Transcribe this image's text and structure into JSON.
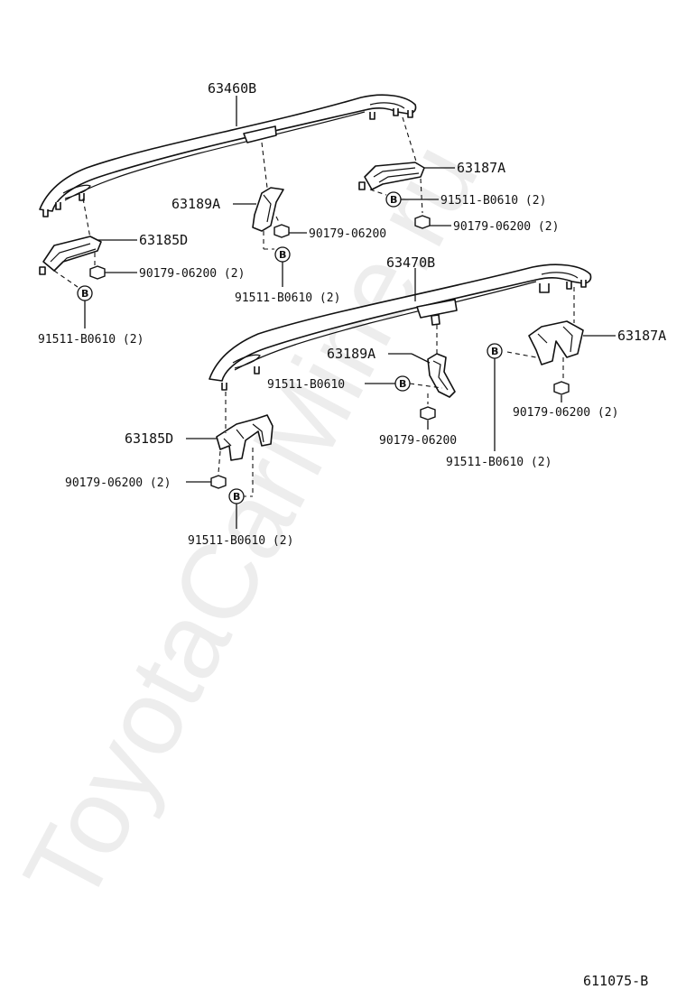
{
  "watermark": "ToyotaCarMine.ru",
  "diagram_code": "611075-B",
  "bolt_symbol": "B",
  "labels": {
    "rail_upper": "63460B",
    "rail_lower": "63470B",
    "u_63187A": "63187A",
    "u_63189A": "63189A",
    "u_63185D": "63185D",
    "u_bolt_right": "91511-B0610 (2)",
    "u_nut_right": "90179-06200 (2)",
    "u_nut_mid": "90179-06200",
    "u_nut_left": "90179-06200 (2)",
    "u_bolt_mid": "91511-B0610 (2)",
    "u_bolt_left": "91511-B0610 (2)",
    "l_63189A": "63189A",
    "l_63187A": "63187A",
    "l_bolt_mid": "91511-B0610",
    "l_nut_right": "90179-06200 (2)",
    "l_63185D": "63185D",
    "l_nut_mid": "90179-06200",
    "l_bolt_right": "91511-B0610 (2)",
    "l_nut_left": "90179-06200 (2)",
    "l_bolt_left": "91511-B0610 (2)"
  }
}
